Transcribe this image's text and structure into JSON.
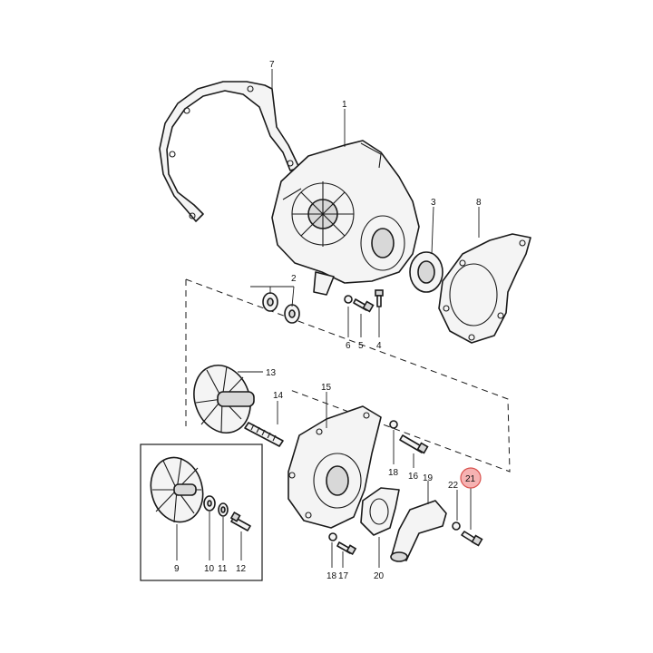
{
  "diagram": {
    "highlight_color": "#f6b2b2",
    "highlight_ring": "#d9534f",
    "parts": [
      {
        "id": "p1",
        "number": "1"
      },
      {
        "id": "p2",
        "number": "2"
      },
      {
        "id": "p3",
        "number": "3"
      },
      {
        "id": "p4",
        "number": "4"
      },
      {
        "id": "p5",
        "number": "5"
      },
      {
        "id": "p6",
        "number": "6"
      },
      {
        "id": "p7",
        "number": "7"
      },
      {
        "id": "p8",
        "number": "8"
      },
      {
        "id": "p9",
        "number": "9"
      },
      {
        "id": "p10",
        "number": "10"
      },
      {
        "id": "p11",
        "number": "11"
      },
      {
        "id": "p12",
        "number": "12"
      },
      {
        "id": "p13",
        "number": "13"
      },
      {
        "id": "p14",
        "number": "14"
      },
      {
        "id": "p15",
        "number": "15"
      },
      {
        "id": "p16",
        "number": "16"
      },
      {
        "id": "p17",
        "number": "17"
      },
      {
        "id": "p18a",
        "number": "18"
      },
      {
        "id": "p18b",
        "number": "18"
      },
      {
        "id": "p19",
        "number": "19"
      },
      {
        "id": "p20",
        "number": "20"
      },
      {
        "id": "p21",
        "number": "21",
        "highlighted": true
      },
      {
        "id": "p22",
        "number": "22"
      }
    ]
  }
}
